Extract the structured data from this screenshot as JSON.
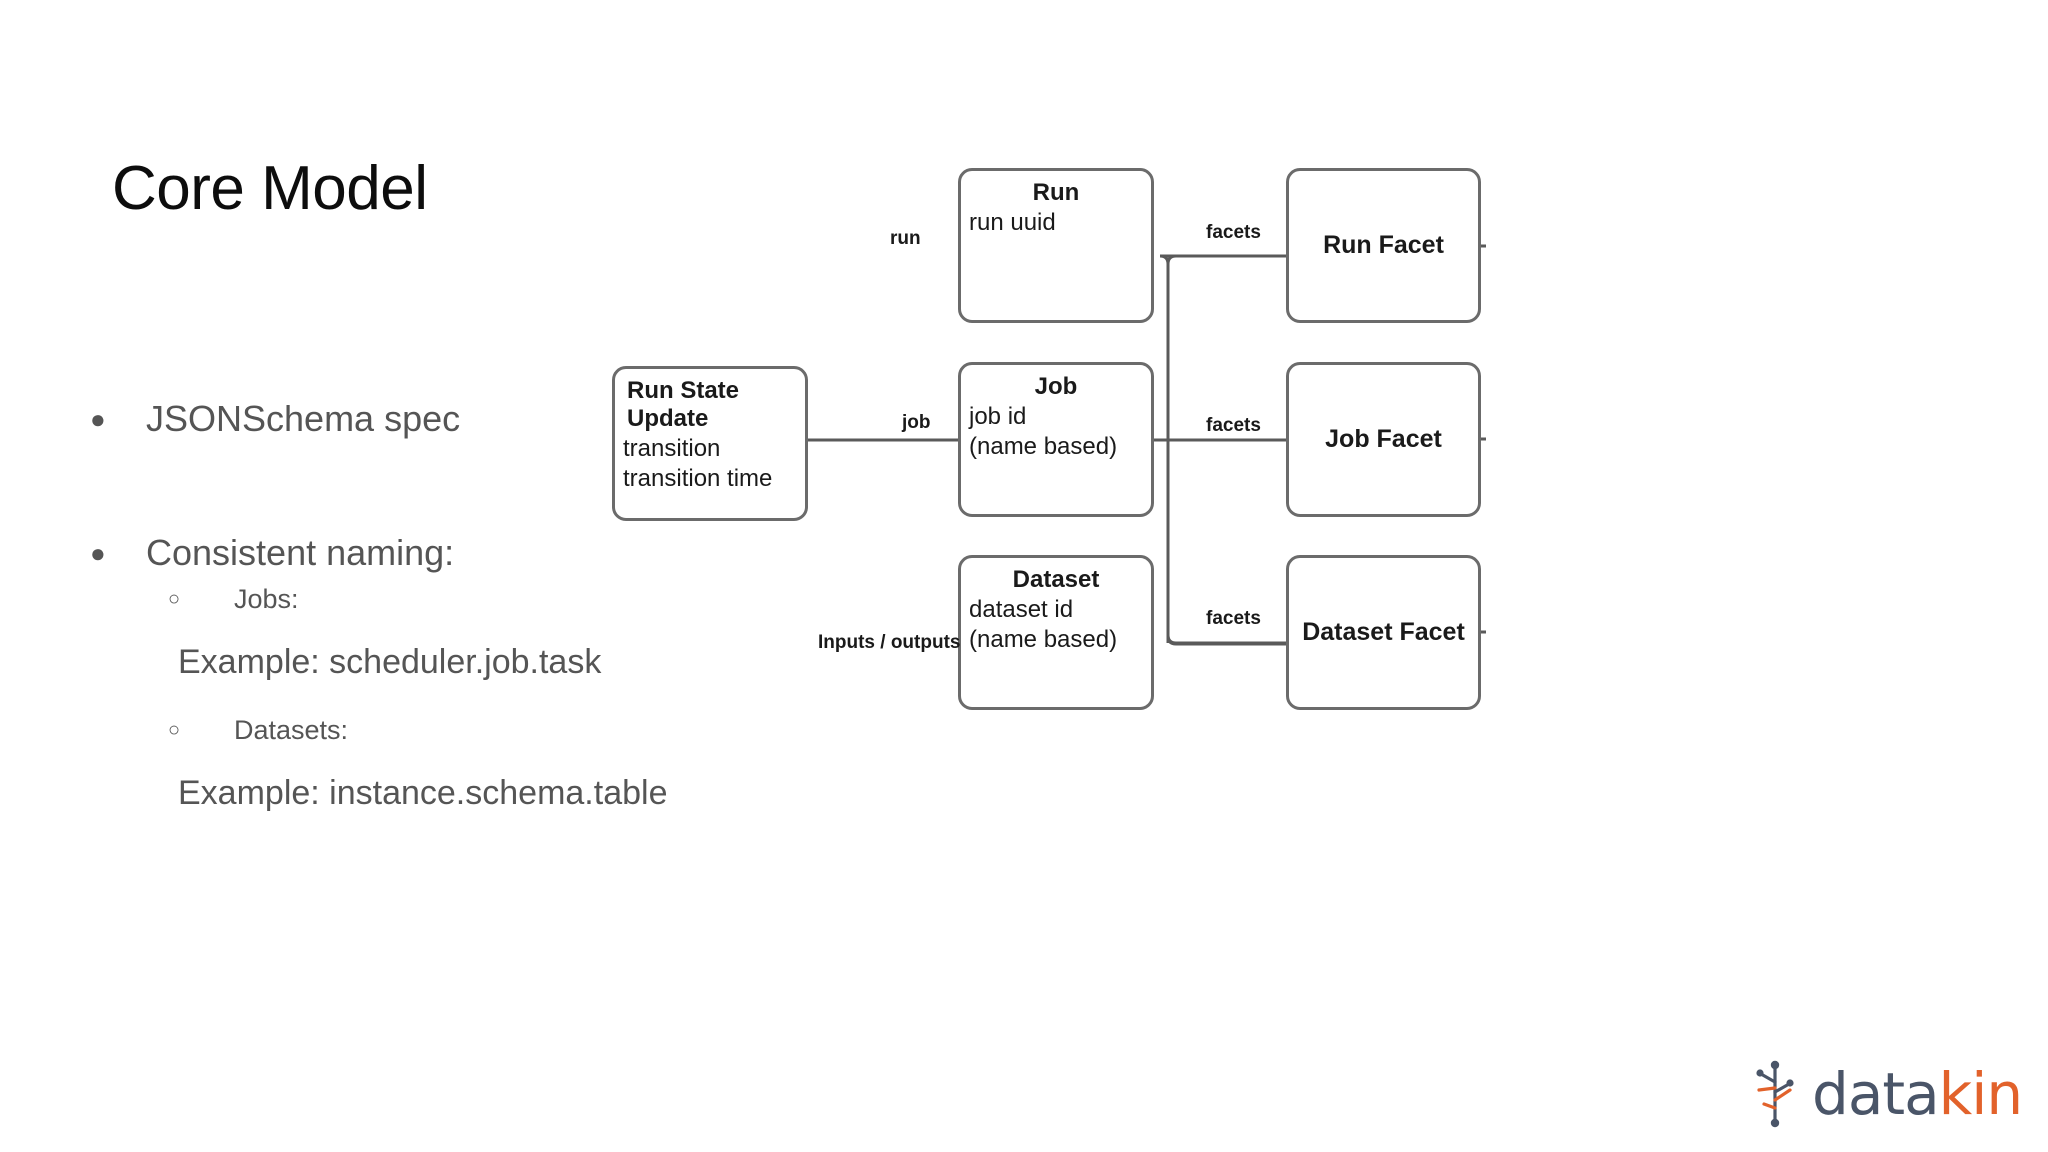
{
  "slide": {
    "title": "Core Model"
  },
  "bullets": {
    "level1_marker": "●",
    "level2_marker": "○",
    "item1": "JSONSchema spec",
    "item2": "Consistent naming:",
    "sub1": "Jobs:",
    "example1": "Example: scheduler.job.task",
    "sub2": "Datasets:",
    "example2": "Example: instance.schema.table"
  },
  "diagram": {
    "source": {
      "title": "Run State Update",
      "attr1": "transition",
      "attr2": "transition time"
    },
    "entities": [
      {
        "title": "Run",
        "attr1": "run uuid",
        "attr2": "",
        "edge_label": "run",
        "facet_relation": "facets",
        "facet_title": "Run Facet"
      },
      {
        "title": "Job",
        "attr1": "job id",
        "attr2": "(name based)",
        "edge_label": "job",
        "facet_relation": "facets",
        "facet_title": "Job Facet"
      },
      {
        "title": "Dataset",
        "attr1": "dataset id",
        "attr2": "(name based)",
        "edge_label": "Inputs / outputs",
        "facet_relation": "facets",
        "facet_title": "Dataset Facet"
      }
    ]
  },
  "brand": {
    "name_part1": "data",
    "name_part2": "kin",
    "color_dark": "#4a5568",
    "color_accent": "#e2622b"
  }
}
